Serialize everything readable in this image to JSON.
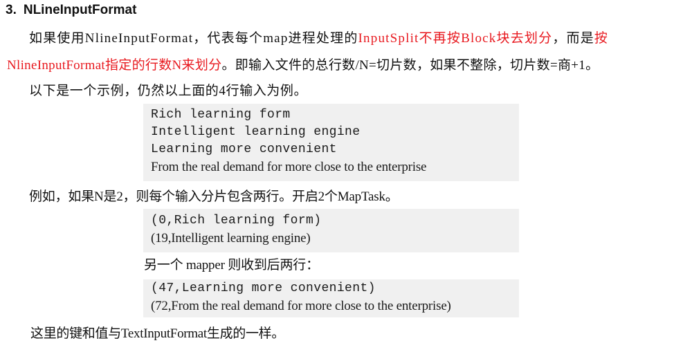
{
  "heading": {
    "number": "3.",
    "title": "NLineInputFormat"
  },
  "intro": {
    "part1": "如果使用NlineInputFormat，代表每个map进程处理的",
    "part2_red": "InputSplit不再按Block块去划分",
    "part3": "，而是",
    "part4_red": "按",
    "line2_red": "NlineInputFormat指定的行数N来划分",
    "line2_rest": "。即输入文件的总行数/N=切片数，如果不整除，切片数=商+1。"
  },
  "example_intro": "以下是一个示例，仍然以上面的4行输入为例。",
  "input_block": {
    "lines": [
      "Rich learning form",
      "Intelligent learning engine",
      "Learning more convenient",
      "From the real demand for more close to the enterprise"
    ]
  },
  "example_text": "例如，如果N是2，则每个输入分片包含两行。开启2个MapTask。",
  "mapper1_block": {
    "lines": [
      "(0,Rich learning form)",
      "(19,Intelligent learning engine)"
    ]
  },
  "mapper2_intro": "另一个 mapper 则收到后两行：",
  "mapper2_block": {
    "lines": [
      "(47,Learning more convenient)",
      "(72,From the real demand for more close to the enterprise)"
    ]
  },
  "conclusion": "这里的键和值与TextInputFormat生成的一样。",
  "colors": {
    "highlight_red": "#e8191f",
    "code_background": "#f0f0f0",
    "text": "#111111"
  }
}
